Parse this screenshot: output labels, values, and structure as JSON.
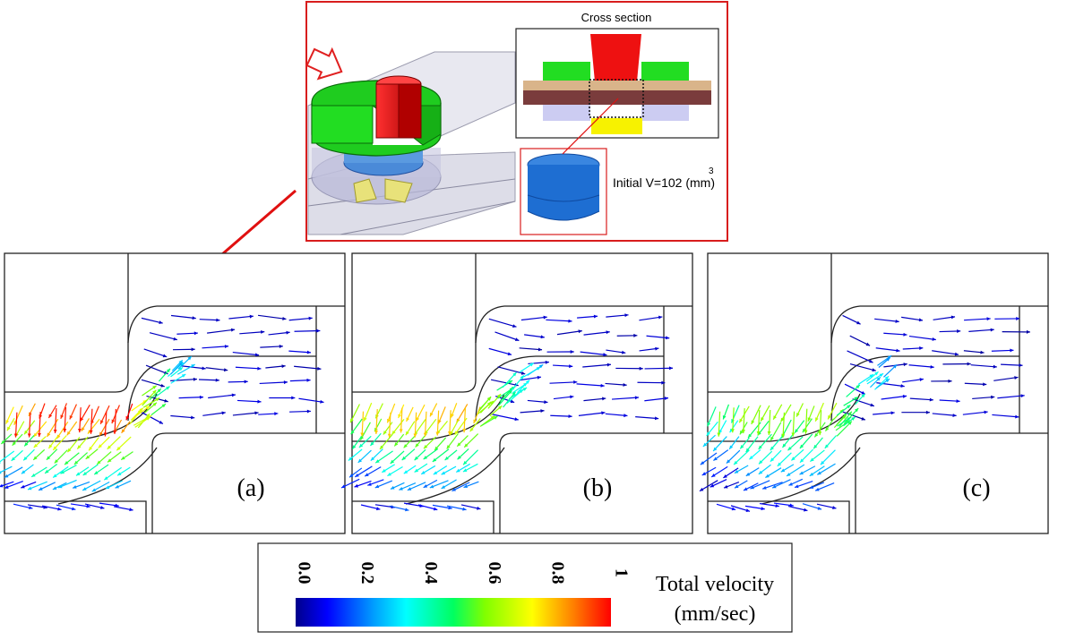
{
  "figure": {
    "inset": {
      "cross_section_title": "Cross section",
      "initial_volume_label": "Initial V=102 (mm)",
      "initial_volume_exponent": "3"
    },
    "panels": [
      {
        "id": "a",
        "label": "(a)"
      },
      {
        "id": "b",
        "label": "(b)"
      },
      {
        "id": "c",
        "label": "(c)"
      }
    ],
    "colorbar": {
      "title_line1": "Total velocity",
      "title_line2": "(mm/sec)",
      "tick_labels": [
        "0.0",
        "0.2",
        "0.4",
        "0.6",
        "0.8",
        "1"
      ],
      "range": [
        0,
        1
      ],
      "gradient_colors": [
        "#00008b",
        "#0000ff",
        "#00a0ff",
        "#00ffff",
        "#00ff80",
        "#40ff00",
        "#c0ff00",
        "#ffff00",
        "#ffa000",
        "#ff3000",
        "#ff0000"
      ]
    },
    "part_colors": {
      "punch": "#e21b1b",
      "blank_holder": "#22dd22",
      "upper_sheet": "#d2b48c",
      "lower_sheet": "#7a3a3a",
      "die": "#c8c8f0",
      "slug": "#1e6ed2",
      "support": "#f5f500",
      "inset_border": "#d81d1d",
      "connector": "#e01010"
    }
  }
}
